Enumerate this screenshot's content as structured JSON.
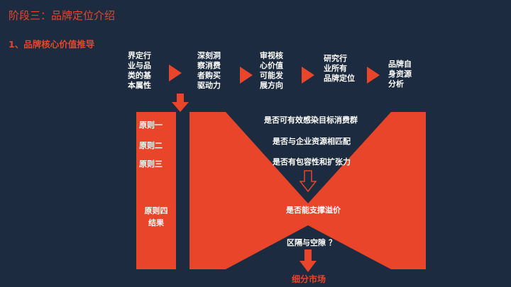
{
  "header": {
    "title": "阶段三：品牌定位介绍",
    "subtitle": "1、品牌核心价值推导"
  },
  "steps": [
    {
      "lines": [
        "界定行",
        "业与品",
        "类的基",
        "本属性"
      ]
    },
    {
      "lines": [
        "深刻洞",
        "察消费",
        "者购买",
        "驱动力"
      ]
    },
    {
      "lines": [
        "审视核",
        "心价值",
        "可能发",
        "展方向"
      ]
    },
    {
      "lines": [
        "研究行",
        "业所有",
        "品牌定位"
      ]
    },
    {
      "lines": [
        "品牌自",
        "身资源",
        "分析"
      ]
    }
  ],
  "principles": {
    "p1": "原则一",
    "p2": "原则二",
    "p3": "原则三",
    "p4_lines": [
      "原则四",
      "结果"
    ]
  },
  "criteria": {
    "c1": "是否可有效感染目标消费群",
    "c2": "是否与企业资源相匹配",
    "c3": "是否有包容性和扩张力",
    "c4": "是否能支撑溢价",
    "c5": "区隔与空隙 ？"
  },
  "result": "细分市场",
  "colors": {
    "background": "#1c2b3f",
    "accent": "#e8452a",
    "text": "#ffffff"
  }
}
